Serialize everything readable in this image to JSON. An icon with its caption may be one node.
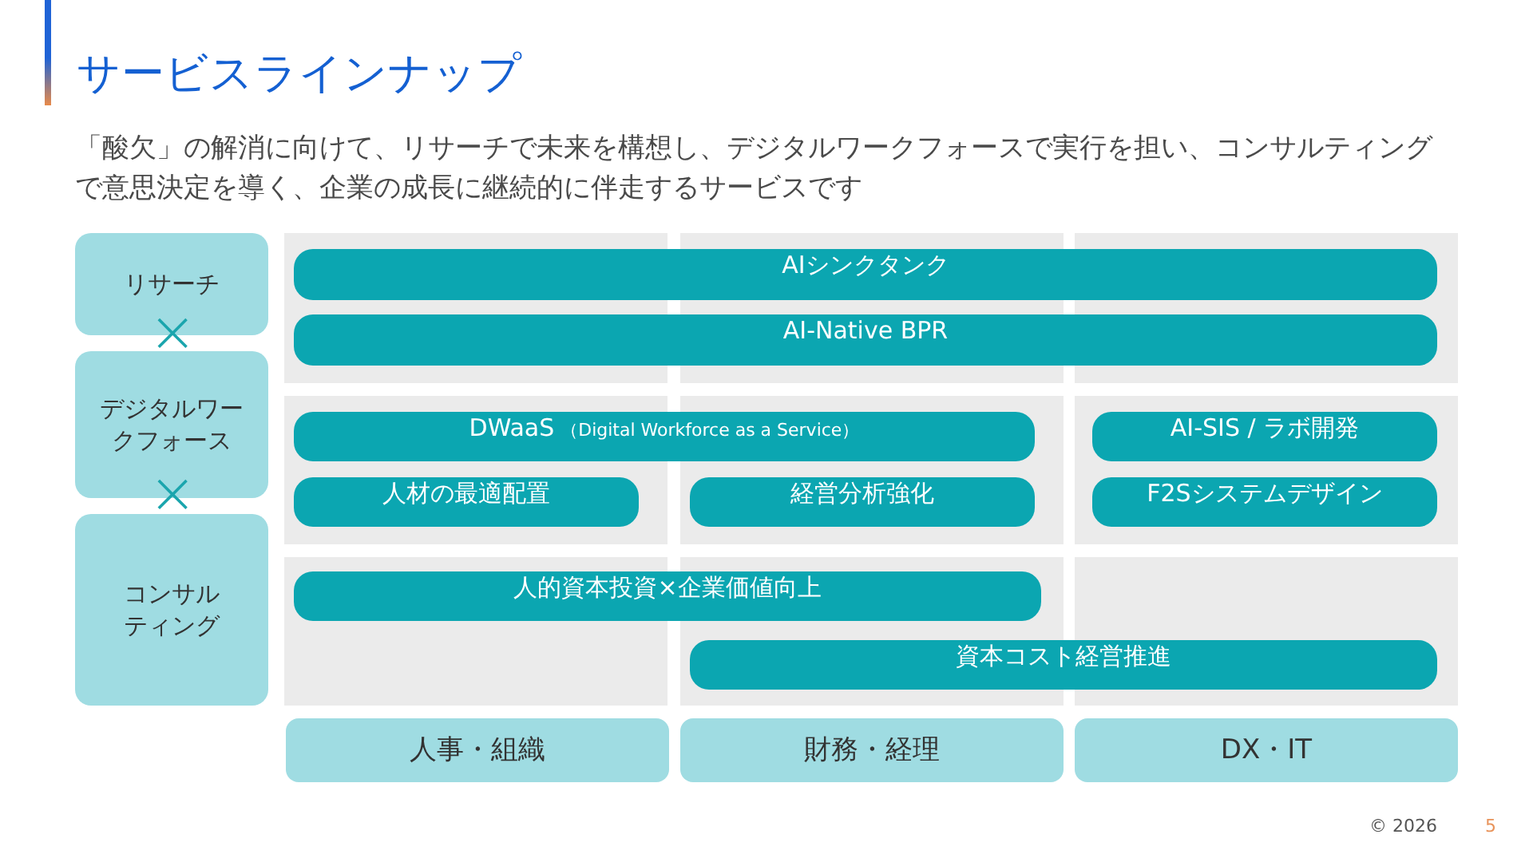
{
  "diagram": {
    "title": "サービスラインナップ",
    "nodes": [
      {
        "text": [
          "リサーチ"
        ]
      },
      {
        "text": [
          "デジタルワークフォース"
        ]
      },
      {
        "text": [
          "コンサルティング"
        ]
      },
      {
        "text": [
          "AIシンクタンク"
        ]
      },
      {
        "text": [
          "AI-Native BPR"
        ]
      },
      {
        "text": [
          "DWaaS",
          "（Digital Workforce as a Service）"
        ]
      },
      {
        "text": [
          "AI-SIS / ラボ開発"
        ]
      },
      {
        "text": [
          "人材の最適配置"
        ]
      },
      {
        "text": [
          "経営分析強化"
        ]
      },
      {
        "text": [
          "F2Sシステムデザイン"
        ]
      },
      {
        "text": [
          "人的資本投資×企業価値向上"
        ]
      },
      {
        "text": [
          "資本コスト経営推進"
        ]
      },
      {
        "text": [
          "人事・組織"
        ]
      },
      {
        "text": [
          "財務・経理"
        ]
      },
      {
        "text": [
          "DX・IT"
        ]
      }
    ],
    "labels": [
      "「酸欠」の解消に向けて、リサーチで未来を構想し、デジタルワークフォースで実行を担い、コンサルティングで意思決定を導く、企業の成長に継続的に伴走するサービスです",
      "×",
      "×",
      "© 2026",
      "5"
    ]
  }
}
